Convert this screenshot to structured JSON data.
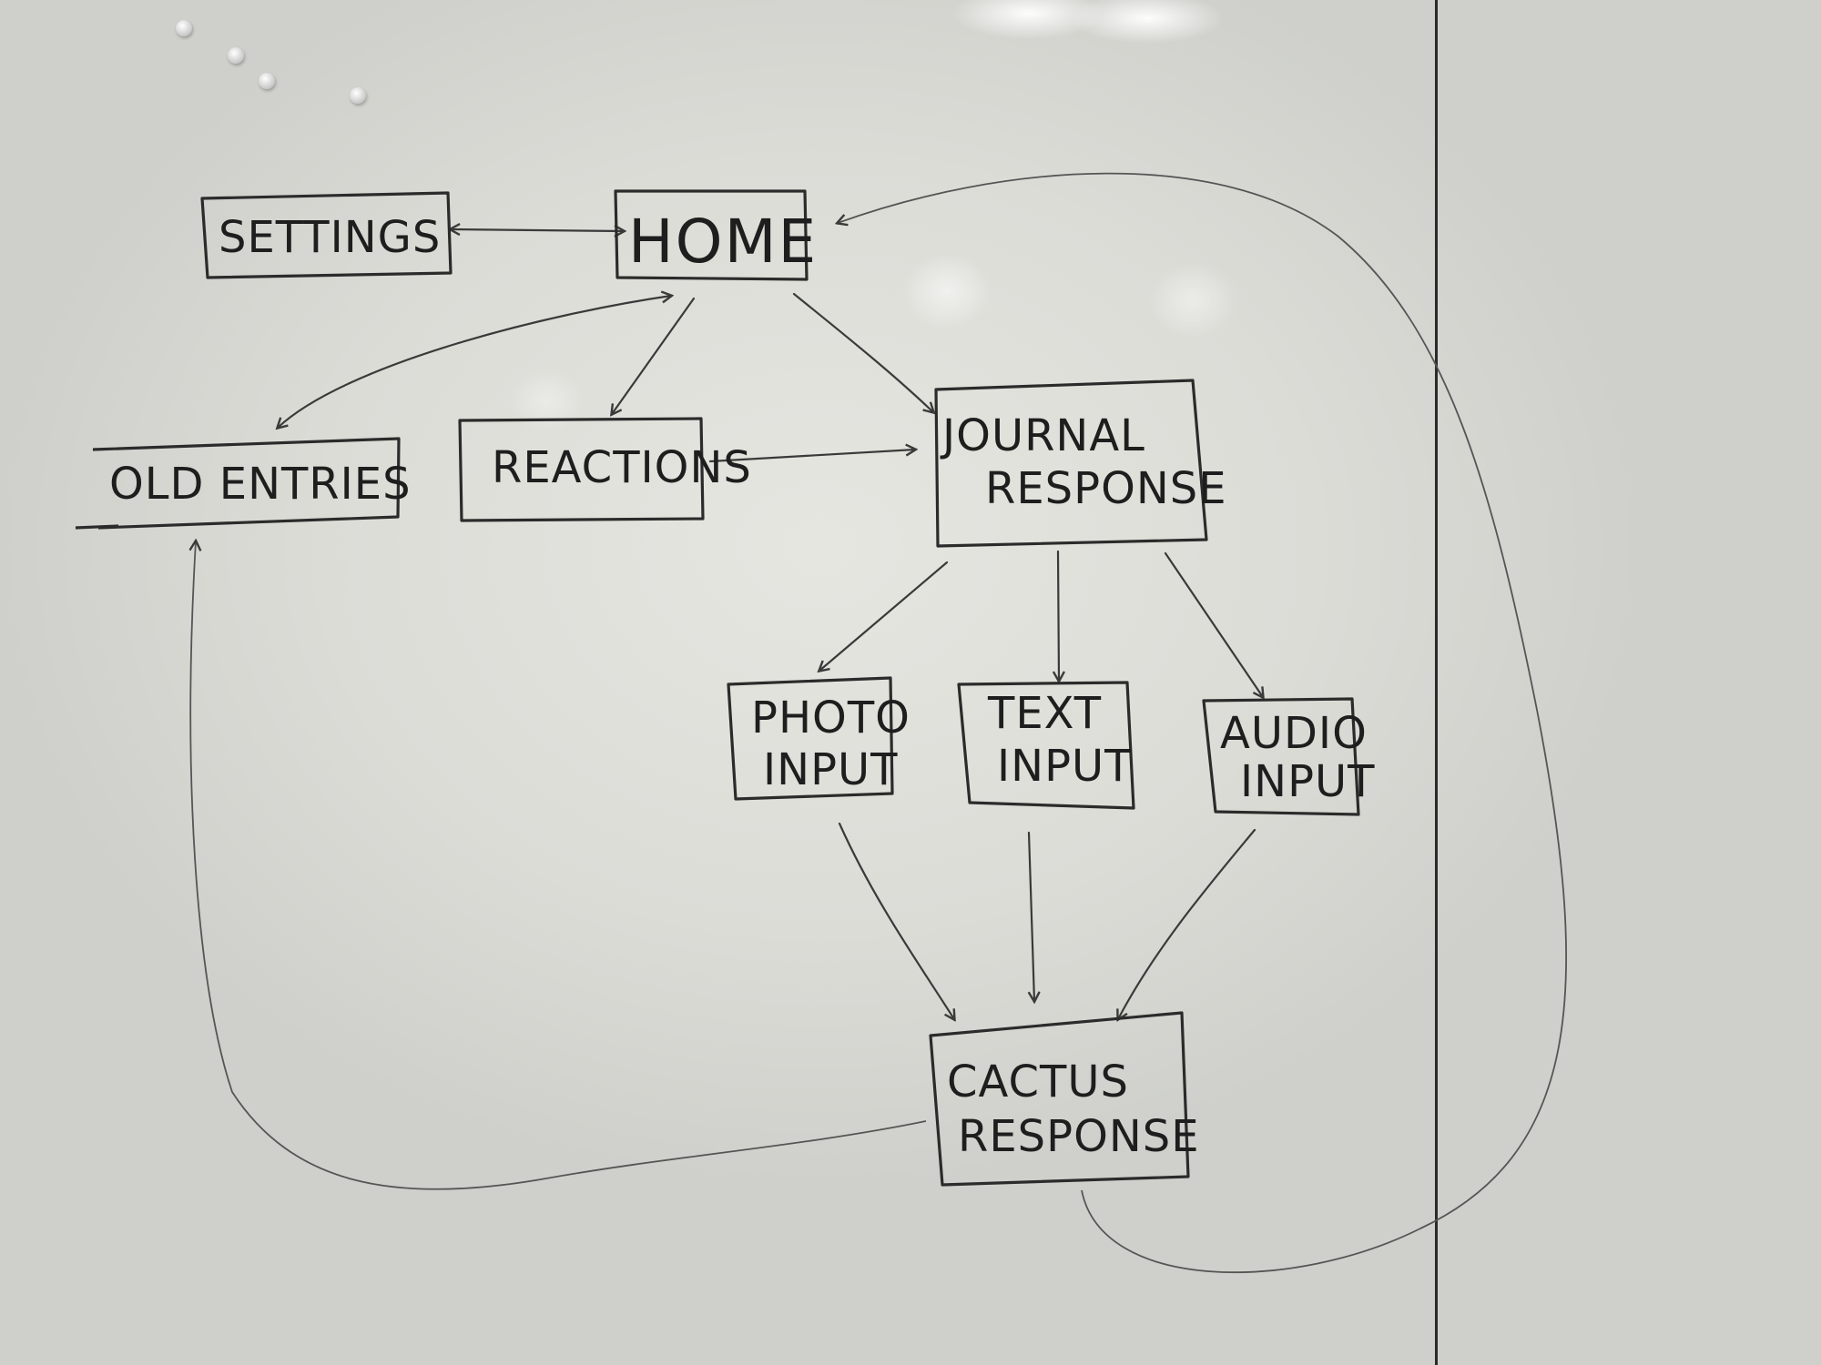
{
  "nodes": {
    "settings": "SETTINGS",
    "home": "HOME",
    "old_entries": "OLD ENTRIES",
    "reactions": "REACTIONS",
    "journal_response": [
      "JOURNAL",
      "RESPONSE"
    ],
    "photo_input": [
      "PHOTO",
      "INPUT"
    ],
    "text_input": [
      "TEXT",
      "INPUT"
    ],
    "audio_input": [
      "AUDIO",
      "INPUT"
    ],
    "cactus_response": [
      "CACTUS",
      "RESPONSE"
    ]
  },
  "edges": [
    {
      "from": "settings",
      "to": "home",
      "bidirectional": true
    },
    {
      "from": "home",
      "to": "old_entries",
      "bidirectional": true
    },
    {
      "from": "home",
      "to": "reactions"
    },
    {
      "from": "home",
      "to": "journal_response"
    },
    {
      "from": "reactions",
      "to": "journal_response"
    },
    {
      "from": "journal_response",
      "to": "photo_input"
    },
    {
      "from": "journal_response",
      "to": "text_input"
    },
    {
      "from": "journal_response",
      "to": "audio_input"
    },
    {
      "from": "photo_input",
      "to": "cactus_response"
    },
    {
      "from": "text_input",
      "to": "cactus_response"
    },
    {
      "from": "audio_input",
      "to": "cactus_response"
    },
    {
      "from": "cactus_response",
      "to": "old_entries"
    },
    {
      "from": "cactus_response",
      "to": "home"
    }
  ],
  "colors": {
    "ink": "#2b2b2b",
    "board": "#e2e2dd"
  }
}
